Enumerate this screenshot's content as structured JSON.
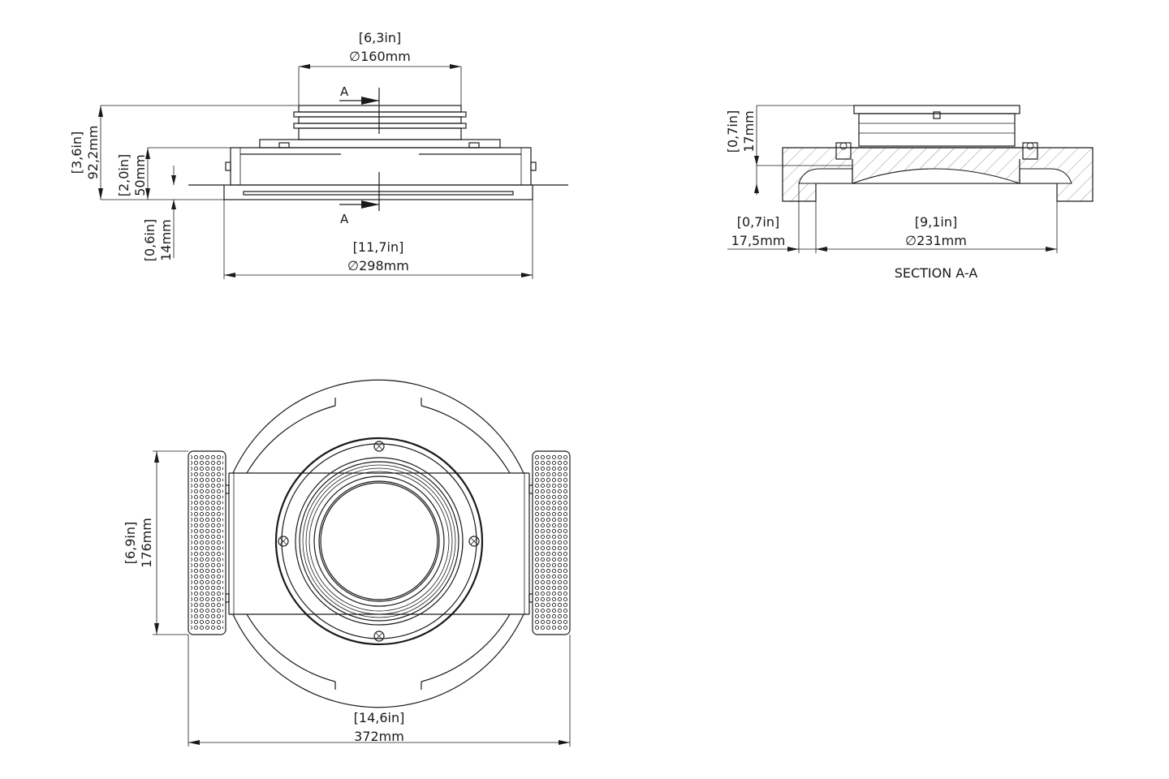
{
  "side_view": {
    "top_diameter": {
      "imperial": "[6,3in]",
      "metric": "∅160mm"
    },
    "total_height": {
      "imperial": "[3,6in]",
      "metric": "92,2mm"
    },
    "body_height": {
      "imperial": "[2,0in]",
      "metric": "50mm"
    },
    "flange_offset": {
      "imperial": "[0,6in]",
      "metric": "14mm"
    },
    "outer_diameter": {
      "imperial": "[11,7in]",
      "metric": "∅298mm"
    },
    "section_marker": "A"
  },
  "section_view": {
    "top_height": {
      "imperial": "[0,7in]",
      "metric": "17mm"
    },
    "side_offset": {
      "imperial": "[0,7in]",
      "metric": "17,5mm"
    },
    "cutout_diameter": {
      "imperial": "[9,1in]",
      "metric": "∅231mm"
    },
    "title": "SECTION A-A"
  },
  "top_view": {
    "depth": {
      "imperial": "[6,9in]",
      "metric": "176mm"
    },
    "width": {
      "imperial": "[14,6in]",
      "metric": "372mm"
    }
  }
}
